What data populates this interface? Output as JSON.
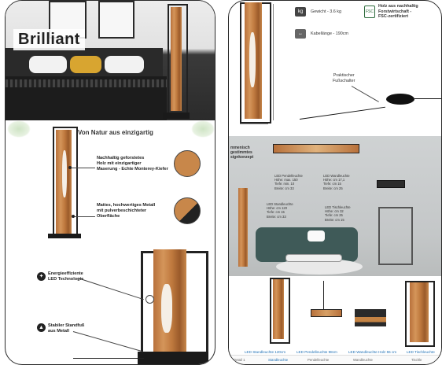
{
  "left": {
    "brand": "Brilliant",
    "heading": "Von Natur aus einzigartig",
    "features": [
      {
        "line1": "Nachhaltig geforstetes",
        "line2": "Holz mit einzigartiger",
        "line3": "Maserung - Echte Monterey-Kiefer"
      },
      {
        "line1": "Mattes, hochwertiges Metall",
        "line2": "mit pulverbeschichteter",
        "line3": "Oberfläche"
      },
      {
        "line1": "Energieeffiziente",
        "line2": "LED Technologie",
        "line3": ""
      },
      {
        "line1": "Stabiler Standfuß",
        "line2": "aus Metall",
        "line3": ""
      }
    ]
  },
  "right": {
    "specs": {
      "weight": "Gewicht - 3.6 kg",
      "cable": "Kabellänge - 190cm",
      "wood_line1": "Holz aus nachhaltig",
      "wood_line2": "Forstwirtschaft -",
      "wood_line3": "FSC-zertifiziert",
      "switch_line1": "Praktischer",
      "switch_line2": "Fußschalter",
      "weight_icon": "kg",
      "fsc_icon": "FSC"
    },
    "room": {
      "banner_line1": "mmenisch",
      "banner_line2": "gestimmtes",
      "banner_line3": "signkonzept",
      "pendant_title": "LED Pendelleuchte",
      "pendant_spec": [
        "Höhe: max. 150",
        "Tiefe: min. 10",
        "Breite: cm 33"
      ],
      "wall_title": "LED Wandleuchte",
      "wall_spec": [
        "Höhe: cm 17,1",
        "Tiefe: cm 15",
        "Breite: cm 25"
      ],
      "floor_title": "LED Standleuchte",
      "floor_spec": [
        "Höhe: cm 120",
        "Tiefe: cm 15",
        "Breite: cm 33"
      ],
      "table_title": "LED Tischleuchte",
      "table_spec": [
        "Höhe: cm 32",
        "Tiefe: cm 25",
        "Breite: cm 15"
      ]
    },
    "captions": [
      "LED Standleuchte 120cm",
      "LED Pendelleuchte 98cm",
      "LED Wandleuchte Holz 55 cm",
      "LED Tischleuchte"
    ],
    "tabs": [
      "Detail 1",
      "Standleuchte",
      "Pendelleuchte",
      "Wandleuchte",
      "Tischle"
    ]
  }
}
